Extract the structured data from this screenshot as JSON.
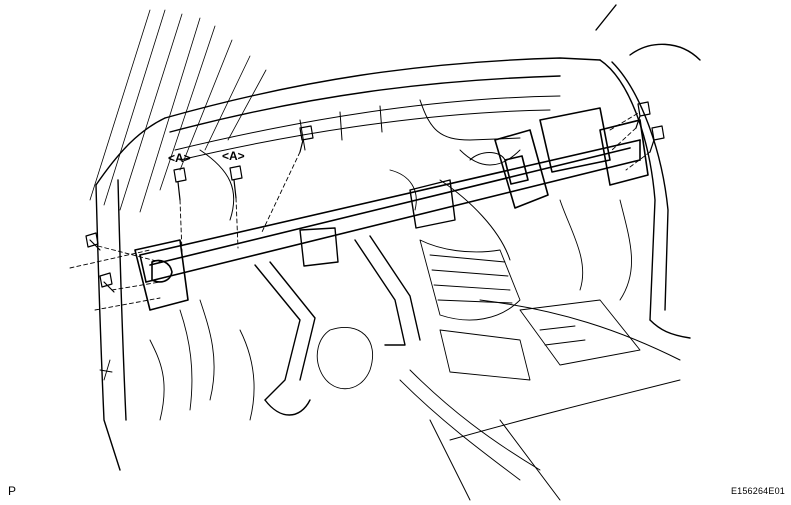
{
  "labels": {
    "callout_a_left": "<A>",
    "callout_a_right": "<A>",
    "view_code": "P",
    "figure_code": "E156264E01"
  },
  "colors": {
    "line": "#000000",
    "background": "#ffffff"
  }
}
